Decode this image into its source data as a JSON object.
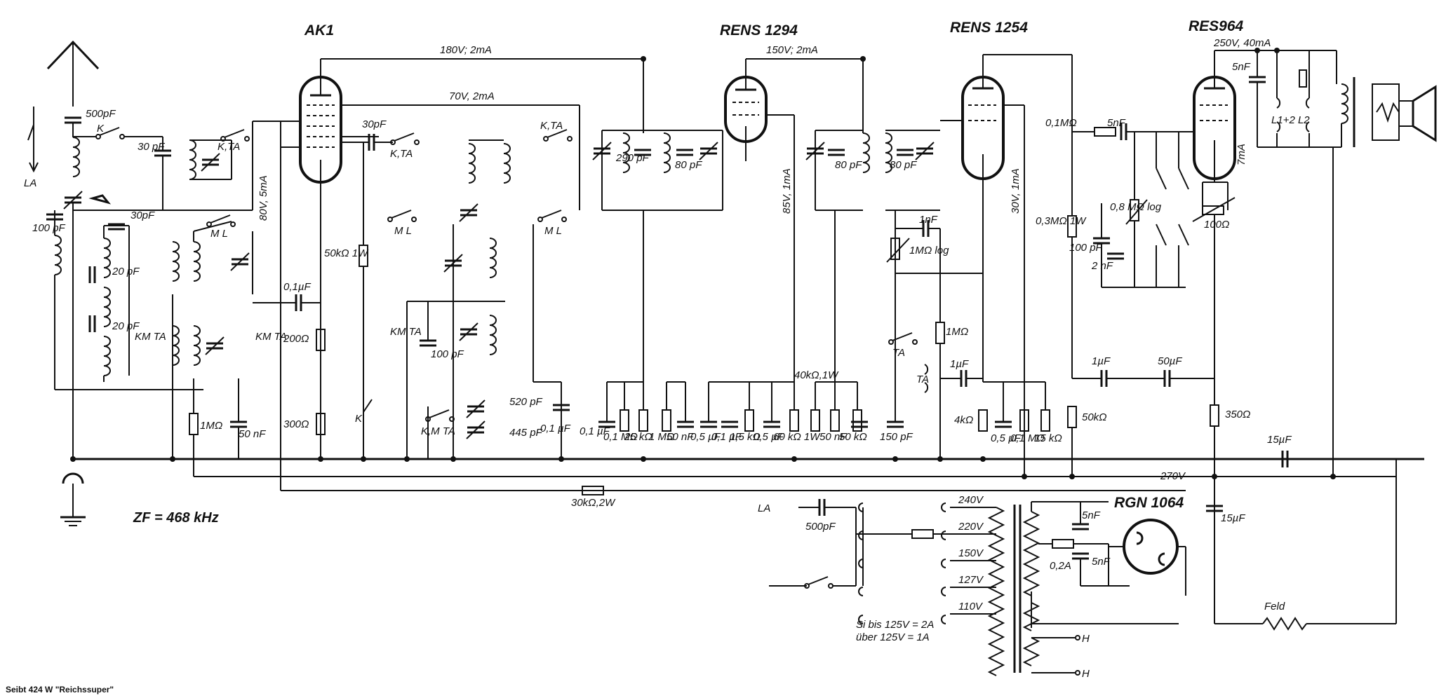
{
  "caption": "Seibt 424 W \"Reichssuper\"",
  "tubes": {
    "ak1": "AK1",
    "rens1294": "RENS 1294",
    "rens1254": "RENS 1254",
    "res964": "RES964",
    "rgn1064": "RGN 1064"
  },
  "supply_labels": {
    "v180": "180V; 2mA",
    "v70": "70V, 2mA",
    "v150": "150V; 2mA",
    "v250": "250V, 40mA",
    "v80": "80V, 5mA",
    "v85": "85V, 1mA",
    "v30": "30V, 1mA",
    "ma7": "7mA",
    "v270": "270V"
  },
  "if_freq": "ZF = 468 kHz",
  "antenna": {
    "la1": "LA",
    "la2": "LA",
    "c500a": "500pF",
    "c500b": "500pF"
  },
  "switch_labels": {
    "k1": "K",
    "kta1": "K,TA",
    "kta2": "K,TA",
    "kta3": "K,TA",
    "ml1": "M L",
    "ml2": "M L",
    "ml3": "M L",
    "kmta1": "KM TA",
    "kmta2": "KM TA",
    "kmta3": "KM TA",
    "kmta4": "K,M TA",
    "k2": "K",
    "ta1": "TA",
    "ta2": "TA"
  },
  "components": {
    "c30a": "30 pF",
    "c100a": "100 pF",
    "c30b": "30pF",
    "c20a": "20 pF",
    "c20b": "20 pF",
    "c30c": "30pF",
    "r1m_a": "1MΩ",
    "c50n_a": "50 nF",
    "c01u_a": "0,1µF",
    "r200": "200Ω",
    "r300": "300Ω",
    "r50k1w": "50kΩ 1W",
    "c100b": "100 pF",
    "c520": "520 pF",
    "c445": "445 pF",
    "c01u_b": "0,1 µF",
    "c290": "290 pF",
    "c80a": "80 pF",
    "c80b": "80 pF",
    "c80c": "80 pF",
    "c01u_c": "0,1 µF",
    "r01m": "0,1 MΩ",
    "r25k": "25 kΩ",
    "r1m_b": "1 MΩ",
    "c50n_b": "50 nF",
    "c05u": "0,5 µF",
    "c01u_d": "0,1 µF",
    "r15k": "1,5 kΩ",
    "c05u_b": "0,5 µF",
    "r60k": "60 kΩ 1W",
    "r40k": "40kΩ,1W",
    "c50n_c": "50 nF",
    "r50k_b": "50 kΩ",
    "c150": "150 pF",
    "c1n": "1nF",
    "r1m_log": "1MΩ log",
    "r1m_c": "1MΩ",
    "c1u": "1µF",
    "r4k": "4kΩ",
    "c05u_c": "0,5 µF",
    "r01m_b": "0,1 MΩ",
    "r15k_b": "15 kΩ",
    "r03m": "0,3MΩ 1W",
    "c100c": "100 pF",
    "r01m_c": "0,1MΩ",
    "c5n_a": "5nF",
    "r08m": "0,8 MΩ log",
    "c2n": "2 nF",
    "c1u_b": "1µF",
    "c50u": "50µF",
    "r50k_c": "50kΩ",
    "r350": "350Ω",
    "c15u_a": "15µF",
    "c15u_b": "15µF",
    "c5n_b": "5nF",
    "l12": "L1+2 L2",
    "r100": "100Ω",
    "r30k": "30kΩ,2W"
  },
  "power": {
    "t240": "240V",
    "t220": "220V",
    "t150": "150V",
    "t127": "127V",
    "t110": "110V",
    "fuse": "0,2A",
    "c5n_c": "5nF",
    "c5n_d": "5nF",
    "feld": "Feld",
    "h1": "H",
    "h2": "H",
    "si_note_1": "Si  bis 125V = 2A",
    "si_note_2": "über 125V = 1A"
  }
}
